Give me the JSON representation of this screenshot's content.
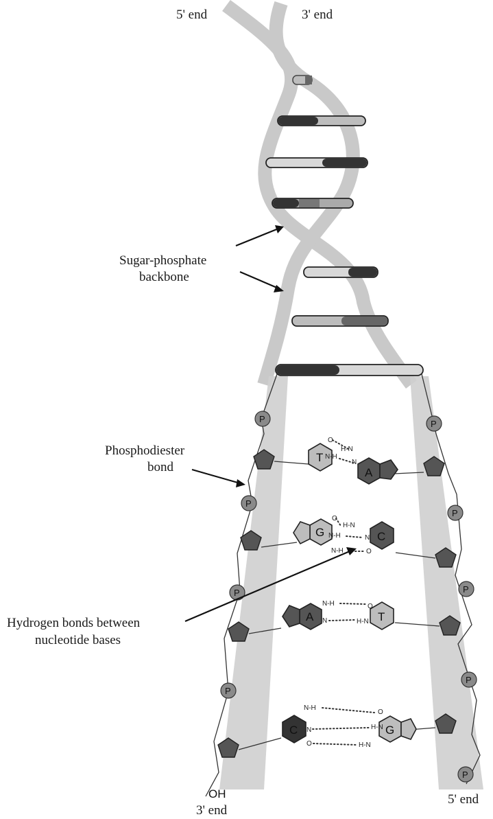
{
  "labels": {
    "top_left_end": "5' end",
    "top_right_end": "3' end",
    "backbone": [
      "Sugar-phosphate",
      "backbone"
    ],
    "phosphodiester": [
      "Phosphodiester",
      "bond"
    ],
    "hydrogen": [
      "Hydrogen bonds between",
      "nucleotide bases"
    ],
    "bottom_oh": "OH",
    "bottom_left_end": "3' end",
    "bottom_right_end": "5' end"
  },
  "phosphate_letter": "P",
  "base_pairs": [
    {
      "left": "T",
      "right": "A"
    },
    {
      "left": "G",
      "right": "C"
    },
    {
      "left": "A",
      "right": "T"
    },
    {
      "left": "C",
      "right": "G"
    }
  ],
  "atoms": {
    "O": "O",
    "N": "N",
    "H": "H",
    "NH": "N-H",
    "HN": "H-N"
  },
  "colors": {
    "ribbon": "#c9c9c9",
    "purine_dark": "#555555",
    "pyrimidine_light": "#bdbdbd",
    "sugar": "#555555",
    "phosphate": "#8a8a8a"
  }
}
